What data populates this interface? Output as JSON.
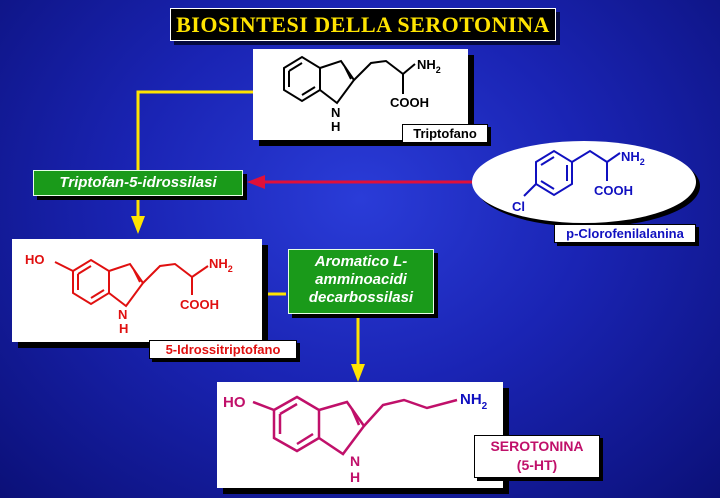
{
  "title": "BIOSINTESI  DELLA SEROTONINA",
  "compounds": {
    "tryptophan": {
      "label": "Triptofano",
      "amine": "NH",
      "amine_subscript": "2",
      "acid": "COOH",
      "ring_n": "N",
      "ring_h": "H",
      "color": "#000000"
    },
    "chlorophenylalanine": {
      "label": "p-Clorofenilalanina",
      "amine": "NH",
      "amine_subscript": "2",
      "acid": "COOH",
      "halogen": "Cl",
      "color": "#1010c0"
    },
    "hydroxytryptophan": {
      "label": "5-Idrossitriptofano",
      "hydroxyl": "HO",
      "amine": "NH",
      "amine_subscript": "2",
      "acid": "COOH",
      "ring_n": "N",
      "ring_h": "H",
      "color": "#e01010"
    },
    "serotonin": {
      "label_line1": "SEROTONINA",
      "label_line2": "(5-HT)",
      "hydroxyl": "HO",
      "amine": "NH",
      "amine_subscript": "2",
      "ring_n": "N",
      "ring_h": "H",
      "color": "#c0106a",
      "amine_color": "#1010c0"
    }
  },
  "enzymes": {
    "hydroxylase": "Triptofan-5-idrossilasi",
    "decarboxylase_line1": "Aromatico L-",
    "decarboxylase_line2": "amminoacidi",
    "decarboxylase_line3": "decarbossilasi"
  },
  "colors": {
    "arrow_yellow": "#ffe400",
    "arrow_red": "#e0103a",
    "enzyme_green": "#1a9a1a",
    "background": "#1a24b4"
  }
}
